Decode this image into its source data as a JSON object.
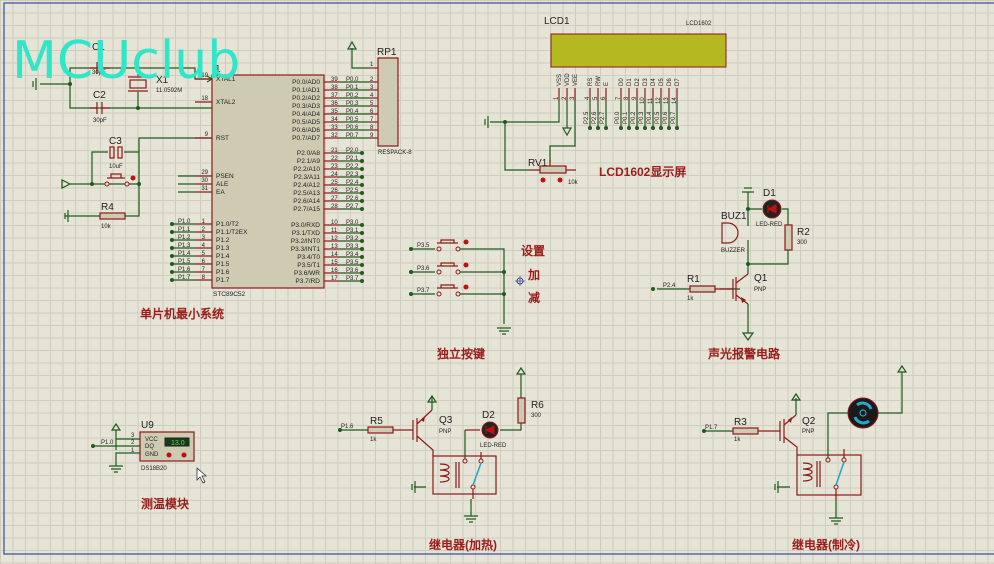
{
  "watermark": "MCUclub",
  "mcu": {
    "ref": "U1",
    "ref_short": "1",
    "part": "STC89C52",
    "left_pins": [
      {
        "num": "19",
        "name": "XTAL1"
      },
      {
        "num": "18",
        "name": "XTAL2"
      },
      {
        "num": "9",
        "name": "RST"
      },
      {
        "num": "29",
        "name": "PSEN"
      },
      {
        "num": "30",
        "name": "ALE"
      },
      {
        "num": "31",
        "name": "EA"
      }
    ],
    "p1_pins": [
      {
        "num": "1",
        "name": "P1.0/T2",
        "net": "P1.0"
      },
      {
        "num": "2",
        "name": "P1.1/T2EX",
        "net": "P1.1"
      },
      {
        "num": "3",
        "name": "P1.2",
        "net": "P1.2"
      },
      {
        "num": "4",
        "name": "P1.3",
        "net": "P1.3"
      },
      {
        "num": "5",
        "name": "P1.4",
        "net": "P1.4"
      },
      {
        "num": "6",
        "name": "P1.5",
        "net": "P1.5"
      },
      {
        "num": "7",
        "name": "P1.6",
        "net": "P1.6"
      },
      {
        "num": "8",
        "name": "P1.7",
        "net": "P1.7"
      }
    ],
    "p0_pins": [
      {
        "num": "39",
        "name": "P0.0/AD0",
        "net": "P0.0",
        "rp": "2"
      },
      {
        "num": "38",
        "name": "P0.1/AD1",
        "net": "P0.1",
        "rp": "3"
      },
      {
        "num": "37",
        "name": "P0.2/AD2",
        "net": "P0.2",
        "rp": "4"
      },
      {
        "num": "36",
        "name": "P0.3/AD3",
        "net": "P0.3",
        "rp": "5"
      },
      {
        "num": "35",
        "name": "P0.4/AD4",
        "net": "P0.4",
        "rp": "6"
      },
      {
        "num": "34",
        "name": "P0.5/AD5",
        "net": "P0.5",
        "rp": "7"
      },
      {
        "num": "33",
        "name": "P0.6/AD6",
        "net": "P0.6",
        "rp": "8"
      },
      {
        "num": "32",
        "name": "P0.7/AD7",
        "net": "P0.7",
        "rp": "9"
      }
    ],
    "p2_pins": [
      {
        "num": "21",
        "name": "P2.0/A8",
        "net": "P2.0"
      },
      {
        "num": "22",
        "name": "P2.1/A9",
        "net": "P2.1"
      },
      {
        "num": "23",
        "name": "P2.2/A10",
        "net": "P2.2"
      },
      {
        "num": "24",
        "name": "P2.3/A11",
        "net": "P2.3"
      },
      {
        "num": "25",
        "name": "P2.4/A12",
        "net": "P2.4"
      },
      {
        "num": "26",
        "name": "P2.5/A13",
        "net": "P2.5"
      },
      {
        "num": "27",
        "name": "P2.6/A14",
        "net": "P2.6"
      },
      {
        "num": "28",
        "name": "P2.7/A15",
        "net": "P2.7"
      }
    ],
    "p3_pins": [
      {
        "num": "10",
        "name": "P3.0/RXD",
        "net": "P3.0"
      },
      {
        "num": "11",
        "name": "P3.1/TXD",
        "net": "P3.1"
      },
      {
        "num": "12",
        "name": "P3.2/INT0",
        "net": "P3.2"
      },
      {
        "num": "13",
        "name": "P3.3/INT1",
        "net": "P3.3"
      },
      {
        "num": "14",
        "name": "P3.4/T0",
        "net": "P3.4"
      },
      {
        "num": "15",
        "name": "P3.5/T1",
        "net": "P3.5"
      },
      {
        "num": "16",
        "name": "P3.6/WR",
        "net": "P3.6"
      },
      {
        "num": "17",
        "name": "P3.7/RD",
        "net": "P3.7"
      }
    ]
  },
  "crystal": {
    "ref": "X1",
    "value": "11.0592M"
  },
  "c1": {
    "ref": "C1",
    "value": "30pF"
  },
  "c2": {
    "ref": "C2",
    "value": "30pF"
  },
  "c3": {
    "ref": "C3",
    "value": "10uF"
  },
  "r4": {
    "ref": "R4",
    "value": "10k"
  },
  "rp1": {
    "ref": "RP1",
    "part": "RESPACK-8",
    "pin1": "1"
  },
  "lcd": {
    "ref": "LCD1",
    "part": "LCD1602",
    "pins": [
      {
        "name": "VSS",
        "num": "1",
        "net": ""
      },
      {
        "name": "VDD",
        "num": "2",
        "net": ""
      },
      {
        "name": "VEE",
        "num": "3",
        "net": ""
      },
      {
        "name": "RS",
        "num": "4",
        "net": "P2.5"
      },
      {
        "name": "RW",
        "num": "5",
        "net": "P2.6"
      },
      {
        "name": "E",
        "num": "6",
        "net": "P2.7"
      },
      {
        "name": "D0",
        "num": "7",
        "net": "P0.0"
      },
      {
        "name": "D1",
        "num": "8",
        "net": "P0.1"
      },
      {
        "name": "D2",
        "num": "9",
        "net": "P0.2"
      },
      {
        "name": "D3",
        "num": "10",
        "net": "P0.3"
      },
      {
        "name": "D4",
        "num": "11",
        "net": "P0.4"
      },
      {
        "name": "D5",
        "num": "12",
        "net": "P0.5"
      },
      {
        "name": "D6",
        "num": "13",
        "net": "P0.6"
      },
      {
        "name": "D7",
        "num": "14",
        "net": "P0.7"
      }
    ],
    "screen_color": "#b5b820"
  },
  "rv1": {
    "ref": "RV1",
    "value": "10k"
  },
  "buttons": [
    {
      "net": "P3.5",
      "label": "设置"
    },
    {
      "net": "P3.6",
      "label": "加"
    },
    {
      "net": "P3.7",
      "label": "减"
    }
  ],
  "alarm": {
    "buzzer_ref": "BUZ1",
    "buzzer_part": "BUZZER",
    "led_ref": "D1",
    "led_part": "LED-RED",
    "r2_ref": "R2",
    "r2_value": "300",
    "r1_ref": "R1",
    "r1_value": "1k",
    "q_ref": "Q1",
    "q_type": "PNP",
    "net": "P2.4"
  },
  "ds18b20": {
    "ref": "U9",
    "part": "DS18B20",
    "pins": [
      {
        "num": "3",
        "name": "VCC"
      },
      {
        "num": "2",
        "name": "DQ"
      },
      {
        "num": "1",
        "name": "GND"
      }
    ],
    "net": "P1.0",
    "reading": "13.0"
  },
  "relay_heat": {
    "r_ref": "R5",
    "r_value": "1k",
    "q_ref": "Q3",
    "q_type": "PNP",
    "led_ref": "D2",
    "led_part": "LED-RED",
    "r6_ref": "R6",
    "r6_value": "300",
    "net": "P1.6"
  },
  "relay_cool": {
    "r_ref": "R3",
    "r_value": "1k",
    "q_ref": "Q2",
    "q_type": "PNP",
    "net": "P1.7"
  },
  "section_labels": {
    "mcu": "单片机最小系统",
    "lcd": "LCD1602显示屏",
    "keys": "独立按键",
    "alarm": "声光报警电路",
    "temp": "测温模块",
    "heat": "继电器(加热)",
    "cool": "继电器(制冷)"
  },
  "colors": {
    "wire": "#1f5a1f",
    "component": "#8b1a1a",
    "label": "#9b1c1c",
    "watermark": "#2ee6c8",
    "background": "#e6e4d6"
  }
}
